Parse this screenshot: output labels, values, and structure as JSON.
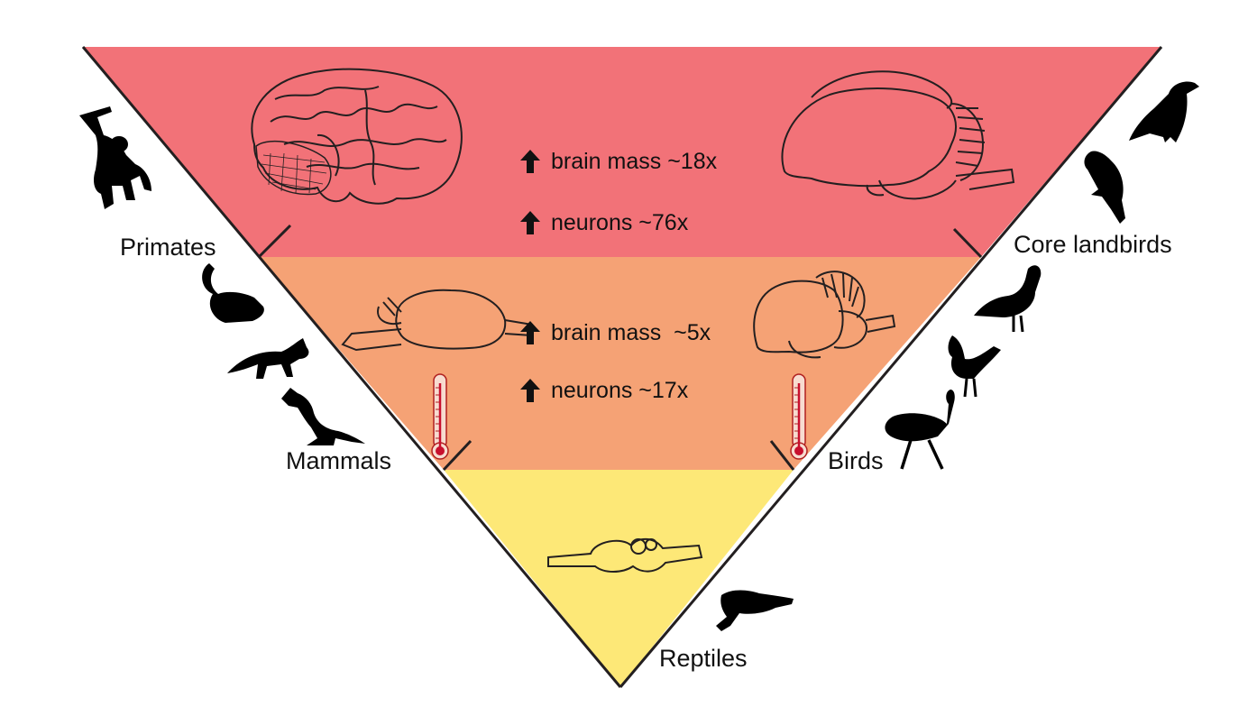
{
  "colors": {
    "top_band": "#f27278",
    "middle_band": "#f5a275",
    "bottom_band": "#fde877",
    "outline": "#231f20",
    "silhouette": "#000000",
    "thermometer_red": "#c8102e"
  },
  "labels": {
    "primates": "Primates",
    "mammals": "Mammals",
    "reptiles": "Reptiles",
    "core_landbirds": "Core landbirds",
    "birds": "Birds"
  },
  "stats": {
    "upper": {
      "brain_mass": "brain mass ~18x",
      "neurons": "neurons ~76x"
    },
    "lower": {
      "brain_mass": "brain mass  ~5x",
      "neurons": "neurons ~17x"
    }
  },
  "icons": {
    "arrow": "up-arrow-icon",
    "thermometer": "thermometer-icon",
    "brain": "brain-icon"
  }
}
